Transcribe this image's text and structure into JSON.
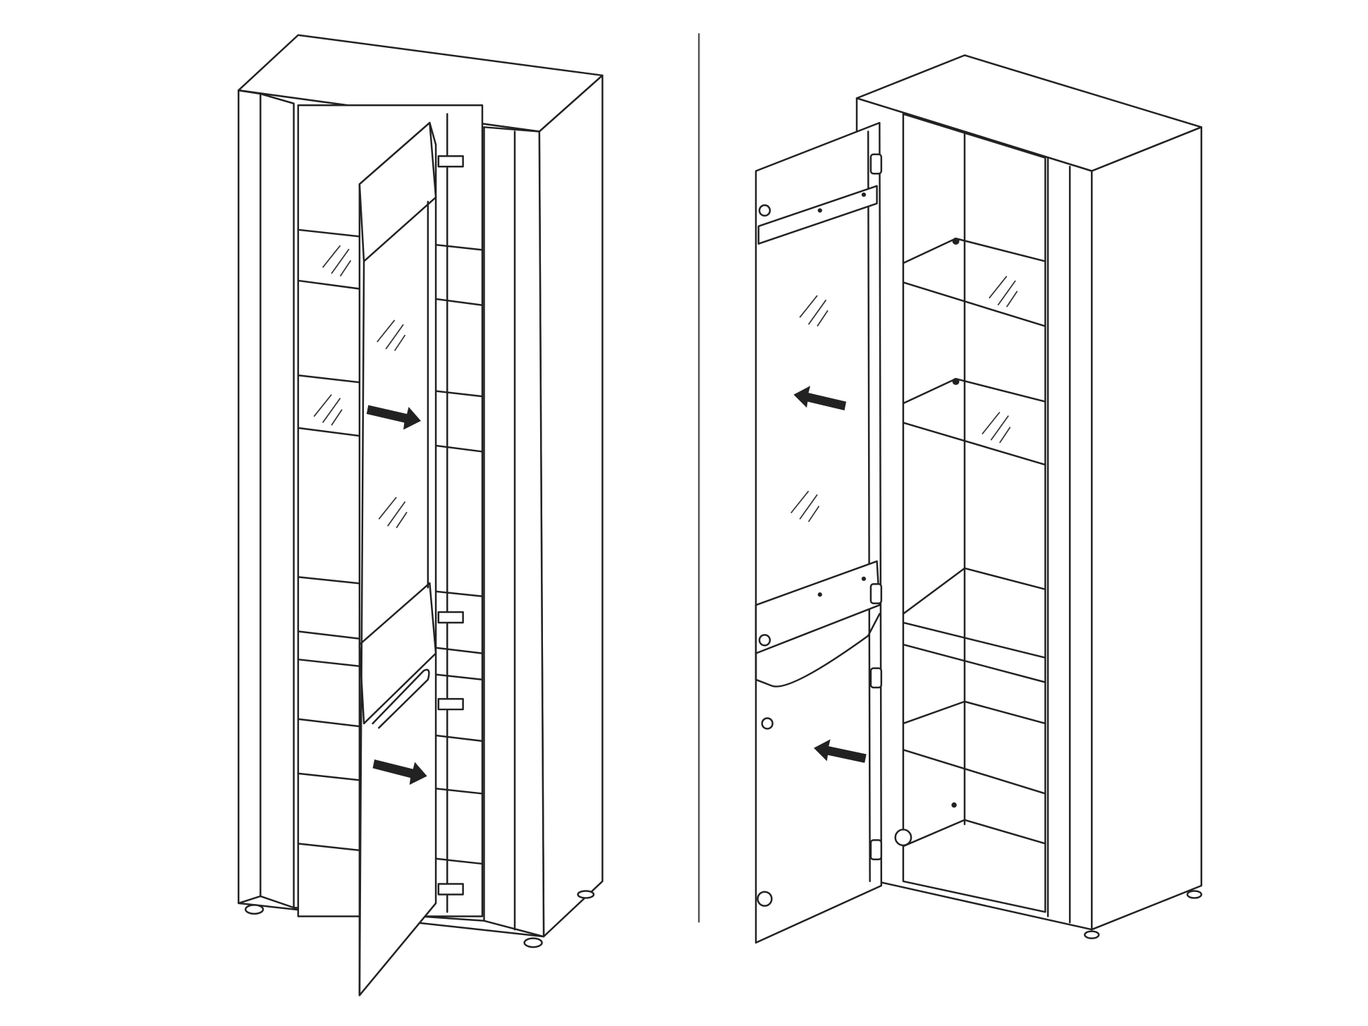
{
  "colors": {
    "line": "#222222",
    "background": "#ffffff",
    "divider": "#555555"
  },
  "figures": [
    {
      "id": "left-cabinet",
      "door_state": "open",
      "arrows": [
        "arrow-right-icon",
        "arrow-right-icon"
      ]
    },
    {
      "id": "right-cabinet",
      "door_state": "open",
      "arrows": [
        "arrow-left-icon",
        "arrow-left-icon"
      ]
    }
  ]
}
